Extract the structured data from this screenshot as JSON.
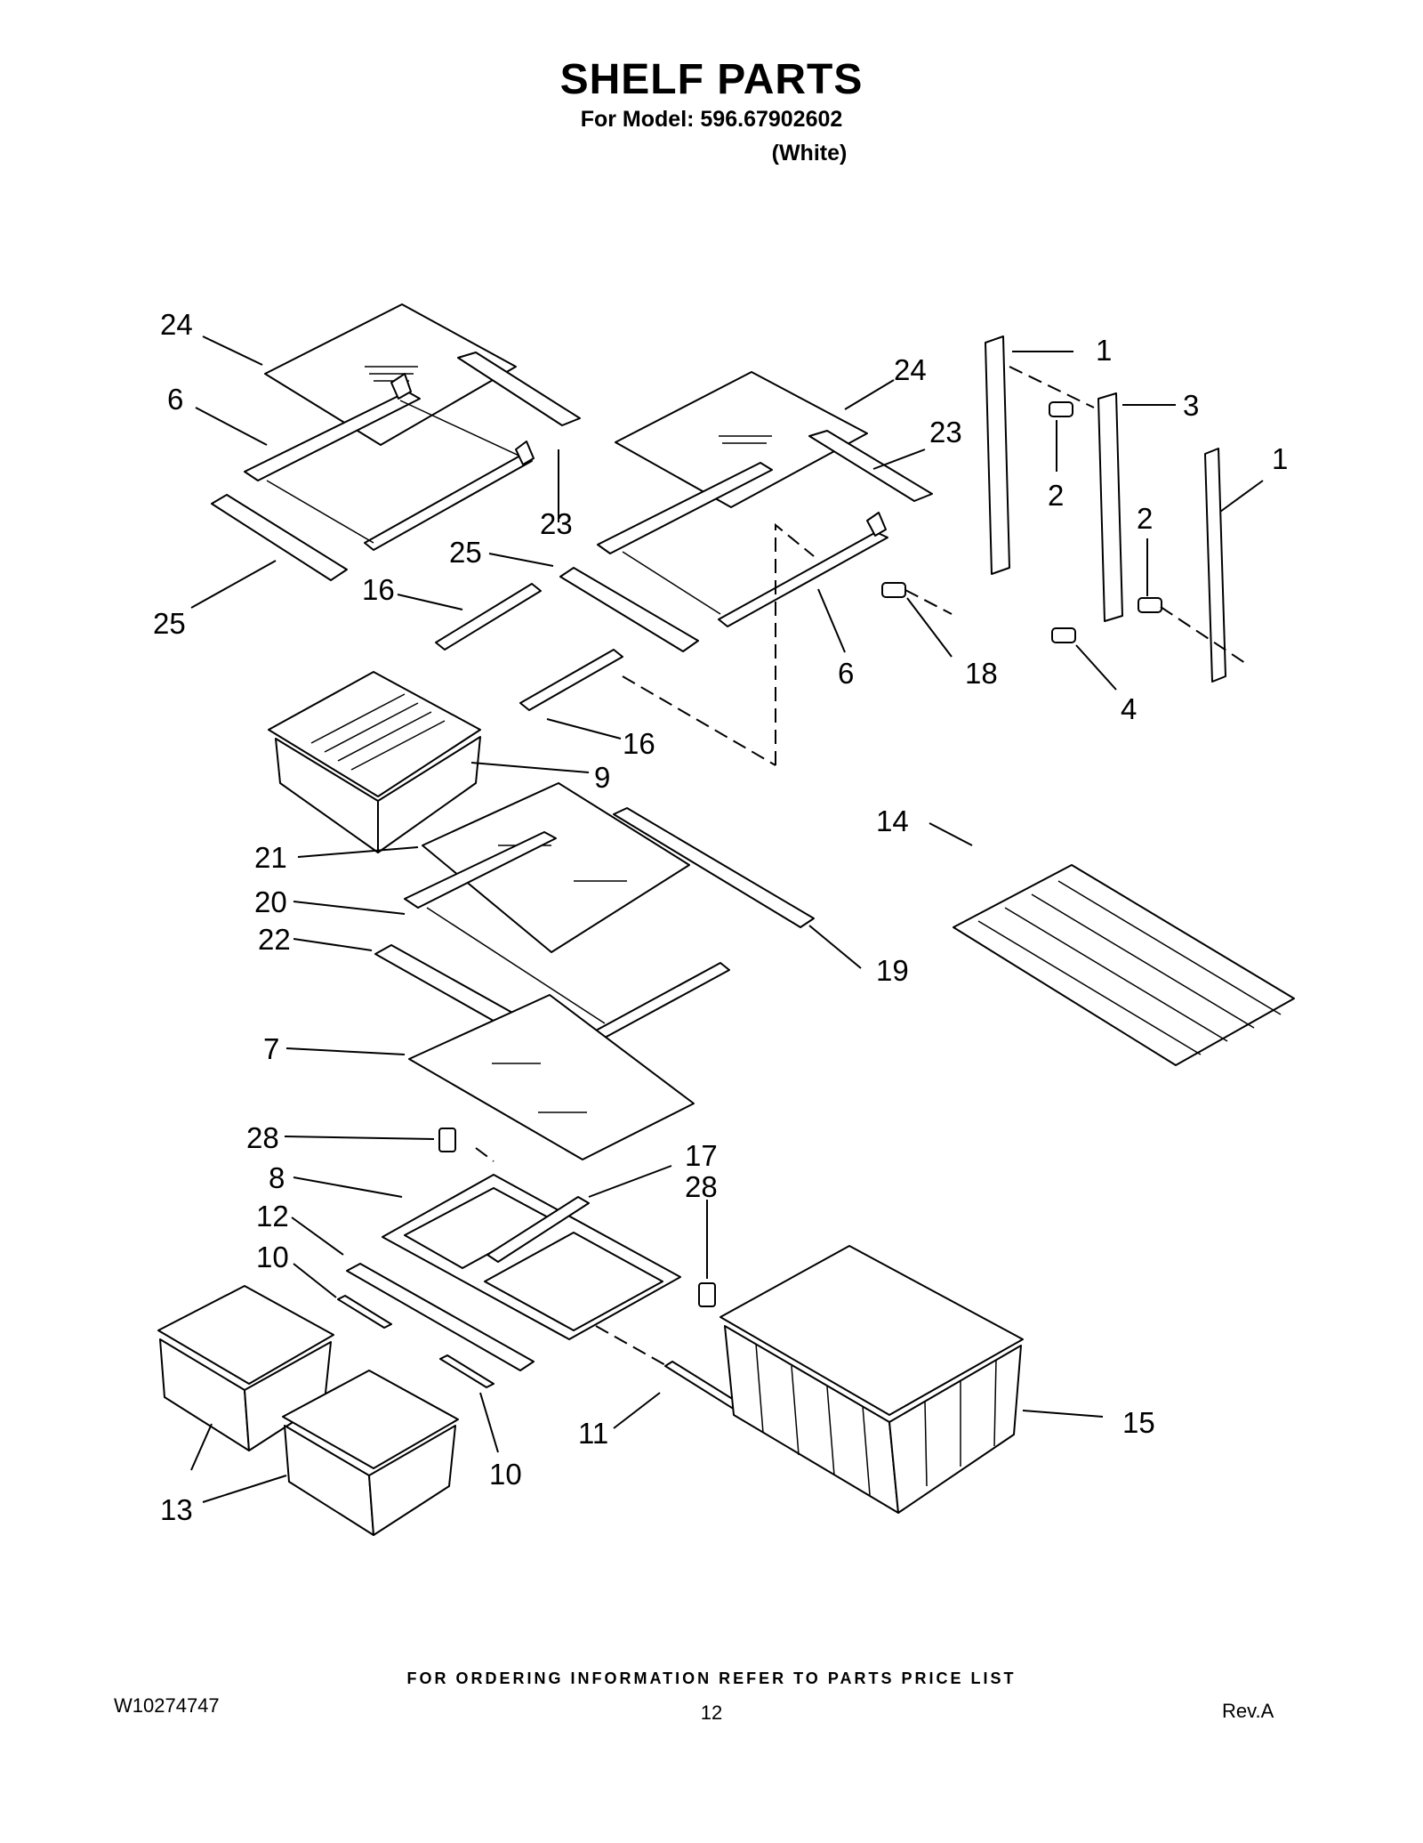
{
  "header": {
    "title": "SHELF PARTS",
    "model_line": "For Model: 596.67902602",
    "color_line": "(White)"
  },
  "callouts": {
    "c1": "24",
    "c2": "6",
    "c3": "25",
    "c4": "23",
    "c5": "25",
    "c6": "16",
    "c7": "24",
    "c8": "23",
    "c9": "6",
    "c10": "18",
    "c11": "1",
    "c12": "3",
    "c13": "2",
    "c14": "1",
    "c15": "2",
    "c16": "4",
    "c17": "16",
    "c18": "9",
    "c19": "14",
    "c20": "21",
    "c21": "20",
    "c22": "22",
    "c23": "19",
    "c24": "7",
    "c25": "28",
    "c26": "8",
    "c27": "17",
    "c28": "28",
    "c29": "12",
    "c30": "10",
    "c31": "13",
    "c32": "10",
    "c33": "11",
    "c34": "15"
  },
  "footer": {
    "note": "FOR ORDERING INFORMATION REFER TO PARTS PRICE LIST",
    "doc_number": "W10274747",
    "page": "12",
    "revision": "Rev.A"
  }
}
